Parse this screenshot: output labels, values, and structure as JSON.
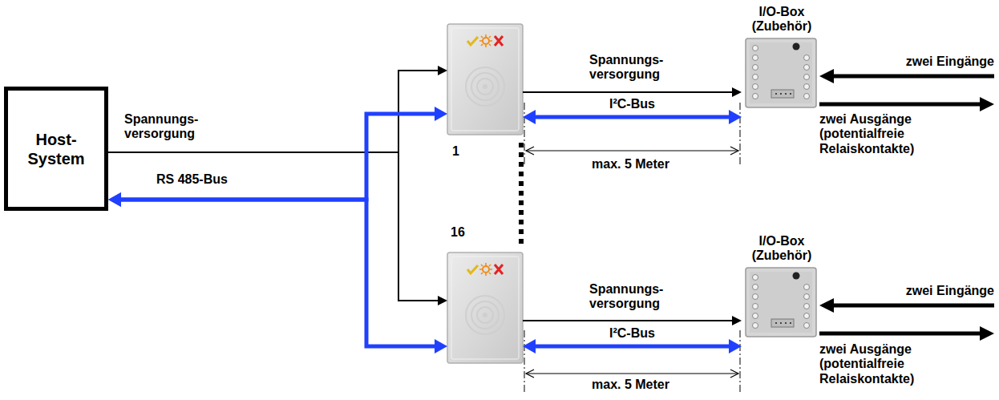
{
  "diagram": {
    "nodes": [
      {
        "text": [
          "Host- System"
        ]
      },
      {
        "text": [
          "1"
        ]
      },
      {
        "text": [
          "I/O-Box (Zubehör)"
        ]
      },
      {
        "text": [
          "16"
        ]
      },
      {
        "text": [
          "I/O-Box (Zubehör)"
        ]
      }
    ],
    "edges": [
      {
        "from": 0,
        "to": 1,
        "arrow": "to"
      },
      {
        "from": 0,
        "to": 3,
        "arrow": "to"
      },
      {
        "from": 0,
        "to": 1,
        "arrow": "both"
      },
      {
        "from": 0,
        "to": 3,
        "arrow": "both"
      },
      {
        "from": 1,
        "to": 2,
        "label": "Spannungs- versorgung",
        "arrow": "to"
      },
      {
        "from": 1,
        "to": 2,
        "label": "I²C-Bus",
        "arrow": "both"
      },
      {
        "from": 3,
        "to": 4,
        "label": "Spannungs- versorgung",
        "arrow": "to"
      },
      {
        "from": 3,
        "to": 4,
        "label": "I²C-Bus",
        "arrow": "both"
      }
    ],
    "labels": [
      "Spannungs- versorgung",
      "RS 485-Bus",
      "max. 5 Meter",
      "max. 5 Meter",
      "zwei Eingänge",
      "zwei Ausgänge (potentialfreie Relaiskontakte)",
      "zwei Eingänge",
      "zwei Ausgänge (potentialfreie Relaiskontakte)"
    ]
  }
}
